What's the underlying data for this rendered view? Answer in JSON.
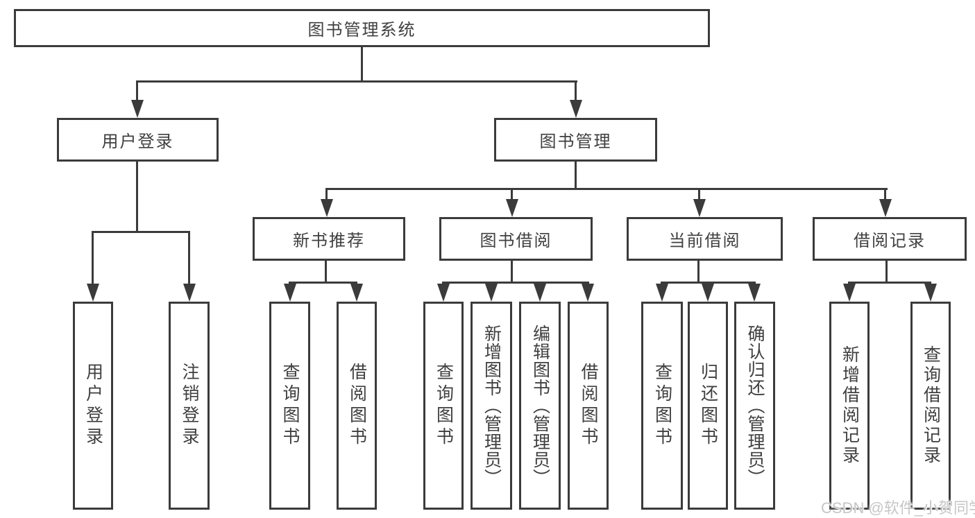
{
  "colors": {
    "line": "#3b3b3b",
    "node_border": "#3b3b3b",
    "node_text": "#3f3f3f",
    "background": "#ffffff",
    "watermark_text": "#c6c6c6"
  },
  "diagram": {
    "root": {
      "label": "图书管理系统"
    },
    "level2": [
      {
        "label": "用户登录"
      },
      {
        "label": "图书管理"
      }
    ],
    "level3": [
      {
        "label": "新书推荐"
      },
      {
        "label": "图书借阅"
      },
      {
        "label": "当前借阅"
      },
      {
        "label": "借阅记录"
      }
    ],
    "leaves": {
      "user_login": [
        "用户登录",
        "注销登录"
      ],
      "new_book_recommend": [
        "查询图书",
        "借阅图书"
      ],
      "book_borrowing": [
        "查询图书",
        "新增图书（管理员）",
        "编辑图书（管理员）",
        "借阅图书"
      ],
      "current_borrowing": [
        "查询图书",
        "归还图书",
        "确认归还（管理员）"
      ],
      "borrowing_records": [
        "新增借阅记录",
        "查询借阅记录"
      ]
    }
  },
  "watermark": {
    "text": "CSDN @软件_小贺同学"
  }
}
